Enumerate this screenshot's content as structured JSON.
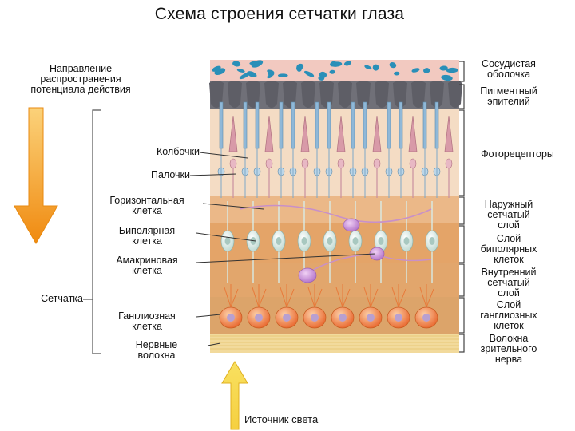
{
  "title": "Схема строения сетчатки глаза",
  "direction_label": [
    "Направление",
    "распространения",
    "потенциала действия"
  ],
  "light_source_label": "Источник света",
  "retina_label": "Сетчатка",
  "left_labels": [
    {
      "key": "cones",
      "lines": [
        "Колбочки"
      ]
    },
    {
      "key": "rods",
      "lines": [
        "Палочки"
      ]
    },
    {
      "key": "horizontal",
      "lines": [
        "Горизонтальная",
        "клетка"
      ]
    },
    {
      "key": "bipolar",
      "lines": [
        "Биполярная",
        "клетка"
      ]
    },
    {
      "key": "amacrine",
      "lines": [
        "Амакриновая",
        "клетка"
      ]
    },
    {
      "key": "ganglion",
      "lines": [
        "Ганглиозная",
        "клетка"
      ]
    },
    {
      "key": "nerve",
      "lines": [
        "Нервные",
        "волокна"
      ]
    }
  ],
  "right_labels": [
    {
      "key": "choroid",
      "lines": [
        "Сосудистая",
        "оболочка"
      ]
    },
    {
      "key": "pigment",
      "lines": [
        "Пигментный",
        "эпителий"
      ]
    },
    {
      "key": "photoreceptors",
      "lines": [
        "Фоторецепторы"
      ]
    },
    {
      "key": "outer-plexiform",
      "lines": [
        "Наружный",
        "сетчатый",
        "слой"
      ]
    },
    {
      "key": "bipolar-layer",
      "lines": [
        "Слой",
        "биполярных",
        "клеток"
      ]
    },
    {
      "key": "inner-plexiform",
      "lines": [
        "Внутренний",
        "сетчатый",
        "слой"
      ]
    },
    {
      "key": "ganglion-layer",
      "lines": [
        "Слой",
        "ганглиозных",
        "клеток"
      ]
    },
    {
      "key": "optic-fibers",
      "lines": [
        "Волокна",
        "зрительного",
        "нерва"
      ]
    }
  ],
  "colors": {
    "choroid": "#f2c9c0",
    "vessel": "#2a8fb8",
    "pigment": "#6f6f75",
    "photoreceptor_bg": "#f4dcc4",
    "outer_layer": "#e9b27a",
    "bipolar_layer": "#e4a468",
    "ganglion_layer": "#dba468",
    "fibers": "#f0d898",
    "arrow": "#f2a020",
    "light_arrow": "#f4d020",
    "rod": "#8fb8d8",
    "cone": "#d89aa8",
    "ganglion_cell": "#f07a3a",
    "amacrine_cell": "#c08ad0"
  }
}
